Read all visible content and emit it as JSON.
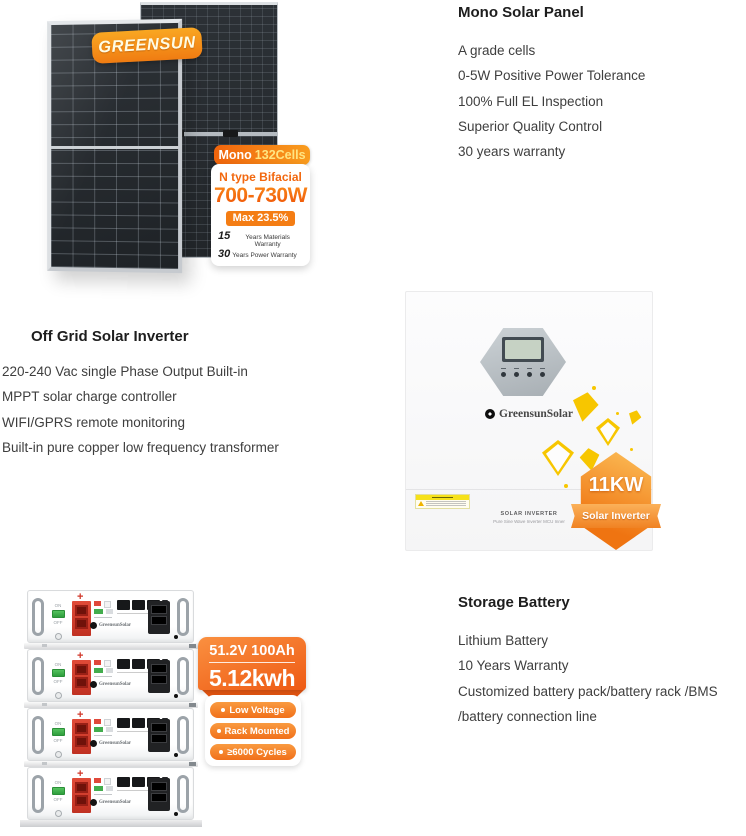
{
  "colors": {
    "accent_orange": "#f2680f",
    "deco_yellow": "#f7c600"
  },
  "panel_section": {
    "brand_badge": "GREENSUN",
    "spec_badge": {
      "pill_prefix": "Mono",
      "pill_suffix": "132Cells",
      "type": "N type Bifacial",
      "power": "700-730W",
      "efficiency": "Max 23.5%",
      "warranties": [
        {
          "num": "15",
          "text": "Years Materials Warranty"
        },
        {
          "num": "30",
          "text": "Years Power Warranty"
        }
      ]
    },
    "info": {
      "title": "Mono Solar Panel",
      "items": [
        "A grade cells",
        "0-5W Positive Power Tolerance",
        "100% Full EL Inspection",
        "Superior Quality Control",
        "30 years warranty"
      ]
    }
  },
  "inverter_section": {
    "info": {
      "title": "Off Grid Solar Inverter",
      "items": [
        "220-240 Vac single Phase Output Built-in",
        "MPPT solar charge controller",
        "WIFI/GPRS remote monitoring",
        "Built-in pure copper low frequency transformer"
      ]
    },
    "figure": {
      "logo": "GreensunSolar",
      "plate_title": "SOLAR INVERTER",
      "plate_sub": "Pure Sine Wave Inverter MCU Inner",
      "badge_power": "11KW",
      "badge_label": "Solar Inverter"
    }
  },
  "battery_section": {
    "figure": {
      "logo": "GreensunSolar",
      "on": "ON",
      "off": "OFF",
      "terminal_plus": "+",
      "badge_spec": "51.2V 100Ah",
      "badge_capacity": "5.12kwh",
      "features": [
        "Low Voltage",
        "Rack Mounted",
        "≥6000 Cycles"
      ]
    },
    "info": {
      "title": "Storage Battery",
      "items": [
        "Lithium Battery",
        "10 Years Warranty",
        "Customized battery pack/battery rack /BMS",
        "/battery connection line"
      ]
    }
  }
}
